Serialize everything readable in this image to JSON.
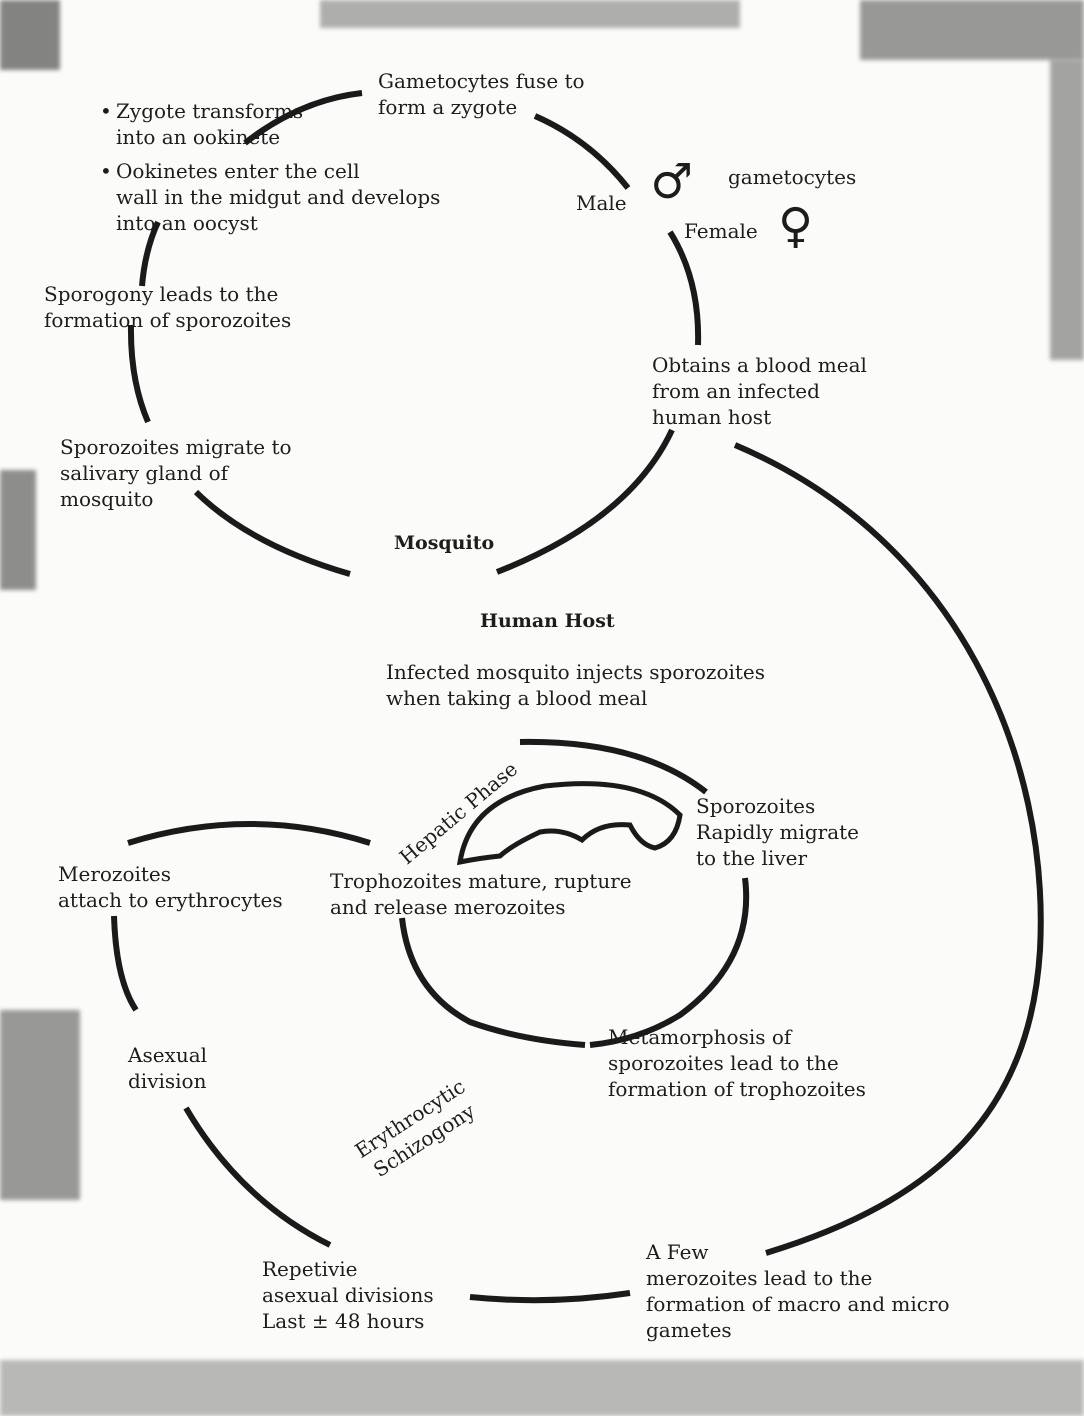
{
  "diagram": {
    "mosquito_cycle": {
      "zygote_fusion": "Gametocytes fuse to\nform a zygote",
      "bullet_1": "Zygote transforms\ninto an ookinete",
      "bullet_2": "Ookinetes enter the cell\nwall in the midgut and develops\ninto an oocyst",
      "sporogony": "Sporogony leads to the\nformation of sporozoites",
      "sporozoite_migration": "Sporozoites migrate to\nsalivary gland of\nmosquito",
      "male_label": "Male",
      "female_label": "Female",
      "gametocytes_label": "gametocytes",
      "male_symbol": "♂",
      "female_symbol": "♀",
      "blood_meal": "Obtains a blood meal\nfrom an infected\nhuman host",
      "mosquito_label": "Mosquito"
    },
    "human_cycle": {
      "human_host_label": "Human Host",
      "injection": "Infected mosquito injects sporozoites\nwhen taking a blood meal",
      "hepatic_phase": "Hepatic Phase",
      "sporozoites_liver": "Sporozoites\nRapidly migrate\nto the liver",
      "trophozoites_mature": "Trophozoites mature, rupture\nand release merozoites",
      "merozoites_attach": "Merozoites\nattach to erythrocytes",
      "metamorphosis": "Metamorphosis of\nsporozoites lead to the\nformation of trophozoites",
      "asexual_division": "Asexual\ndivision",
      "erythrocytic_schizogony": "Erythrocytic\nSchizogony",
      "repetitive_divisions": "Repetivie\nasexual divisions\nLast ± 48 hours",
      "few_merozoites": "A Few\nmerozoites lead to the\nformation of macro and micro\ngametes"
    },
    "colors": {
      "ink": "#1a1a1a",
      "paper": "#fbfbf9"
    }
  }
}
